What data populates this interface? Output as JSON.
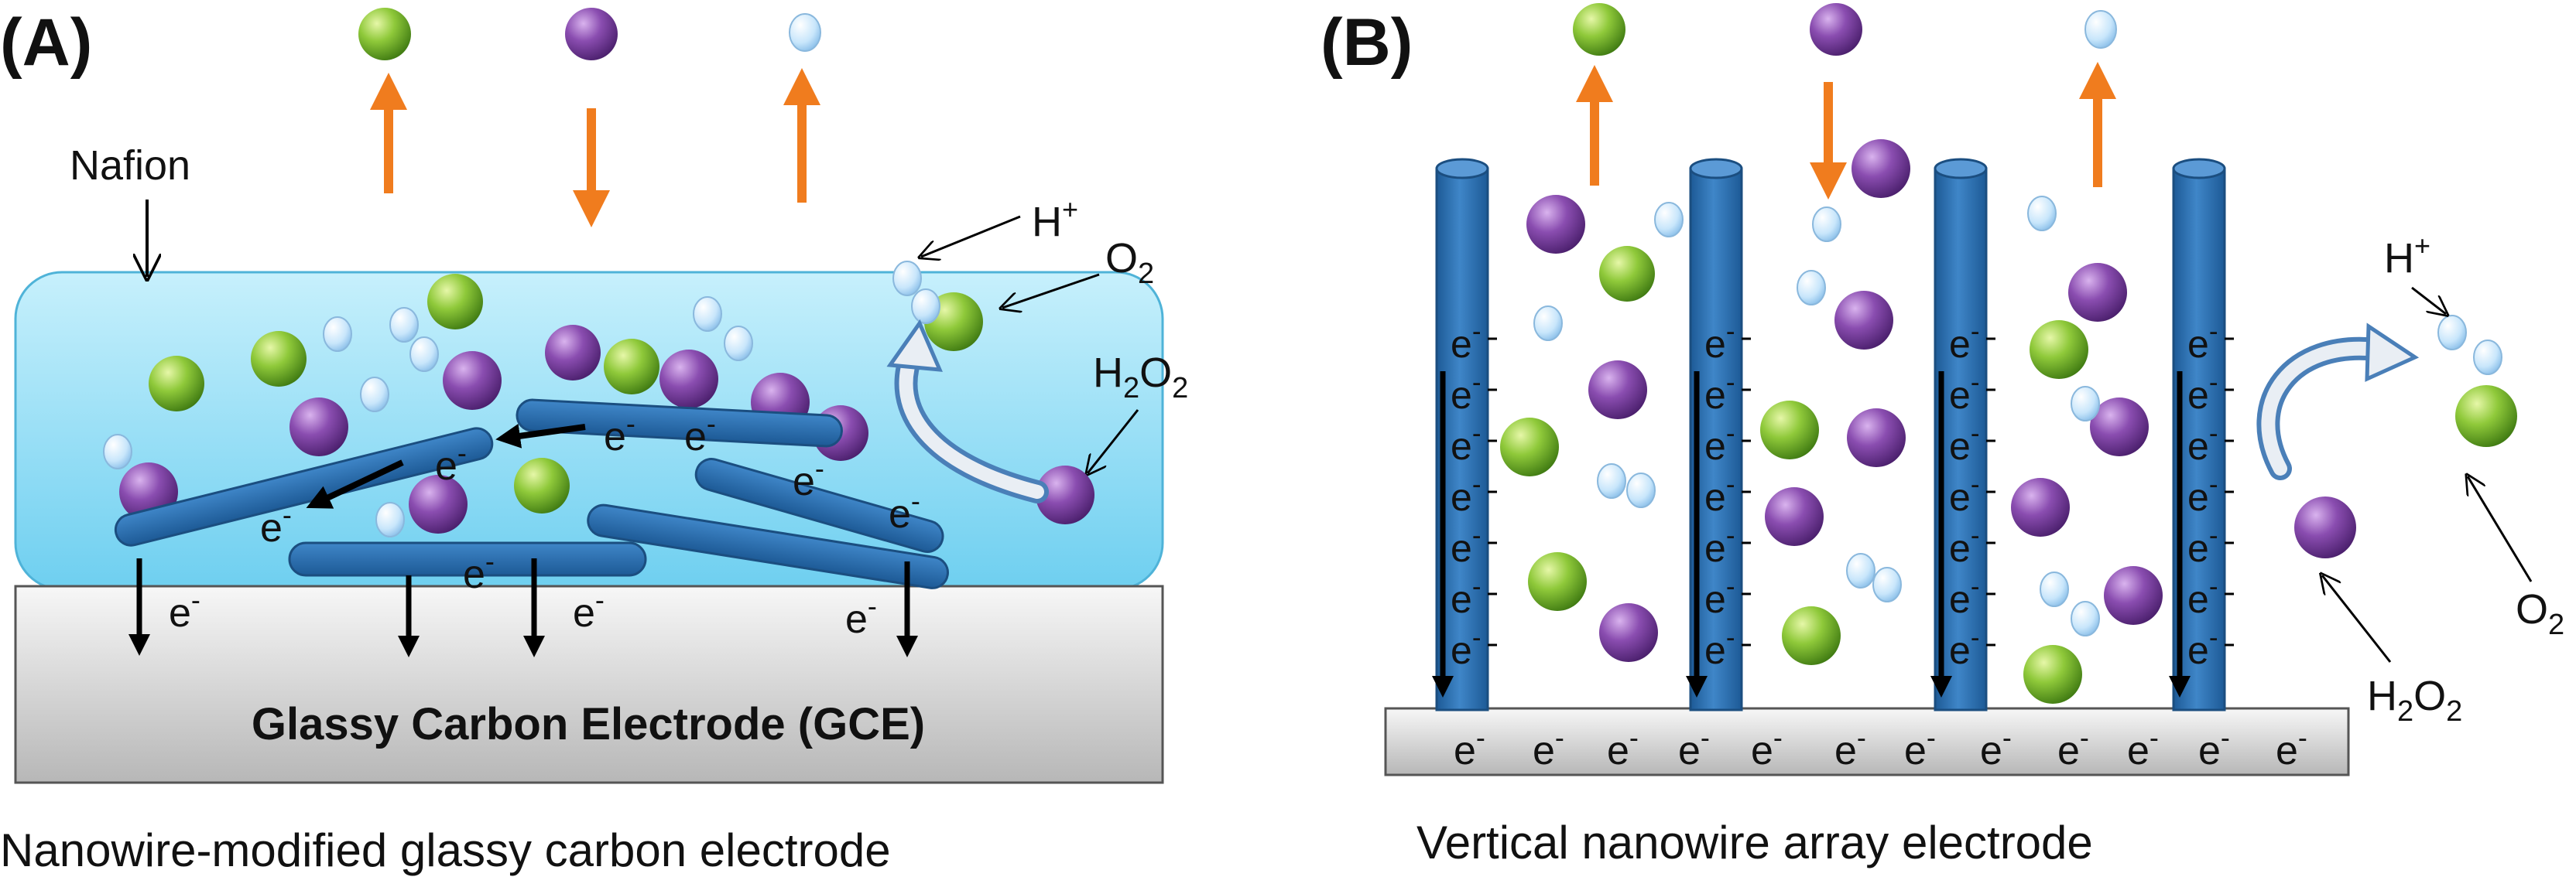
{
  "panel_a": {
    "label": "(A)",
    "caption": "Nanowire-modified glassy carbon electrode",
    "nafion": "Nafion",
    "h_plus": {
      "base": "H",
      "sup": "+"
    },
    "o2": {
      "base": "O",
      "sub": "2"
    },
    "h2o2": {
      "p1": "H",
      "s1": "2",
      "p2": "O",
      "s2": "2"
    },
    "electrode": "Glassy Carbon Electrode (GCE)",
    "electron": {
      "base": "e",
      "sup": "-"
    }
  },
  "panel_b": {
    "label": "(B)",
    "caption": "Vertical nanowire array electrode",
    "h_plus": {
      "base": "H",
      "sup": "+"
    },
    "o2": {
      "base": "O",
      "sub": "2"
    },
    "h2o2": {
      "p1": "H",
      "s1": "2",
      "p2": "O",
      "s2": "2"
    },
    "electron": {
      "base": "e",
      "sup": "-"
    }
  },
  "colors": {
    "nanowire": "#2f73b5",
    "nanowire_edge": "#1b4e80",
    "nafion_top": "#b9ecfb",
    "nafion_bottom": "#6fd0f0",
    "glucose_green": "#7fbf2e",
    "purple": "#7b3fa0",
    "proton_blue": "#bfe1fb",
    "arrow_orange": "#f07c1e"
  }
}
